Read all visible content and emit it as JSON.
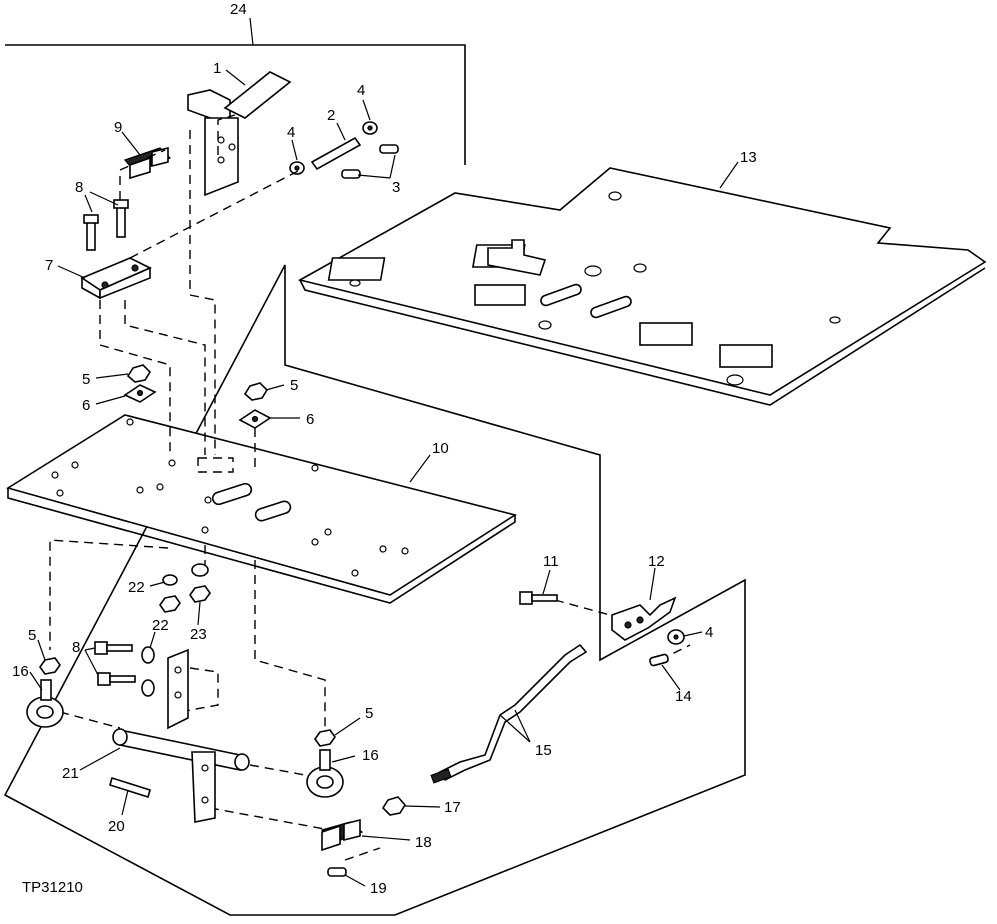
{
  "figure_id": "TP31210",
  "callouts": {
    "c1": "1",
    "c2": "2",
    "c3": "3",
    "c4a": "4",
    "c4b": "4",
    "c4c": "4",
    "c5a": "5",
    "c5b": "5",
    "c5c": "5",
    "c5d": "5",
    "c6a": "6",
    "c6b": "6",
    "c7": "7",
    "c8a": "8",
    "c8b": "8",
    "c9": "9",
    "c10": "10",
    "c11": "11",
    "c12": "12",
    "c13": "13",
    "c14": "14",
    "c15": "15",
    "c16a": "16",
    "c16b": "16",
    "c17": "17",
    "c18": "18",
    "c19": "19",
    "c20": "20",
    "c21": "21",
    "c22a": "22",
    "c22b": "22",
    "c23": "23",
    "c24": "24"
  }
}
